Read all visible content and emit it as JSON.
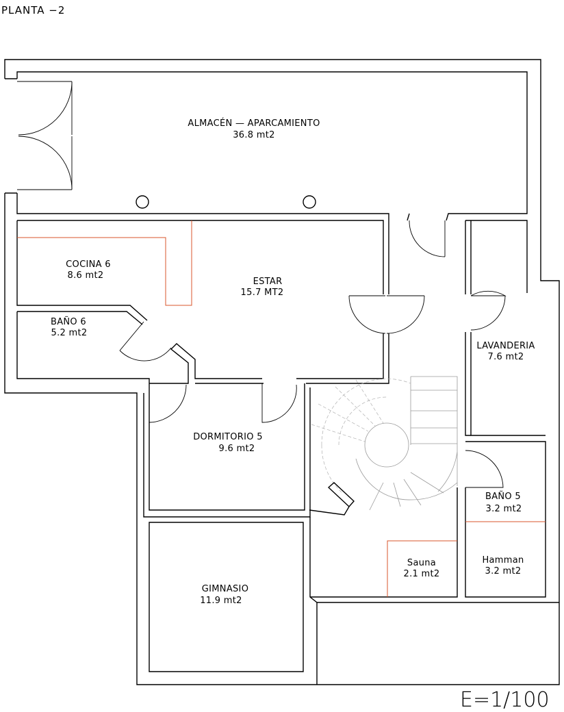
{
  "title": "PLANTA  −2",
  "scale": "E=1/100",
  "rooms": {
    "almacen": {
      "name": "ALMACÉN — APARCAMIENTO",
      "area": "36.8 mt2"
    },
    "cocina": {
      "name": "COCINA 6",
      "area": "8.6 mt2"
    },
    "estar": {
      "name": "ESTAR",
      "area": "15.7 MT2"
    },
    "bano6": {
      "name": "BAÑO 6",
      "area": "5.2 mt2"
    },
    "lavanderia": {
      "name": "LAVANDERIA",
      "area": "7.6 mt2"
    },
    "dormitorio": {
      "name": "DORMITORIO 5",
      "area": "9.6 mt2"
    },
    "bano5": {
      "name": "BAÑO 5",
      "area": "3.2 mt2"
    },
    "sauna": {
      "name": "Sauna",
      "area": "2.1 mt2"
    },
    "hamman": {
      "name": "Hamman",
      "area": "3.2 mt2"
    },
    "gimnasio": {
      "name": "GIMNASIO",
      "area": "11.9 mt2"
    }
  },
  "colors": {
    "line": "#000000",
    "accent_line": "#d9552b",
    "stair_line": "#9a9a9a"
  }
}
